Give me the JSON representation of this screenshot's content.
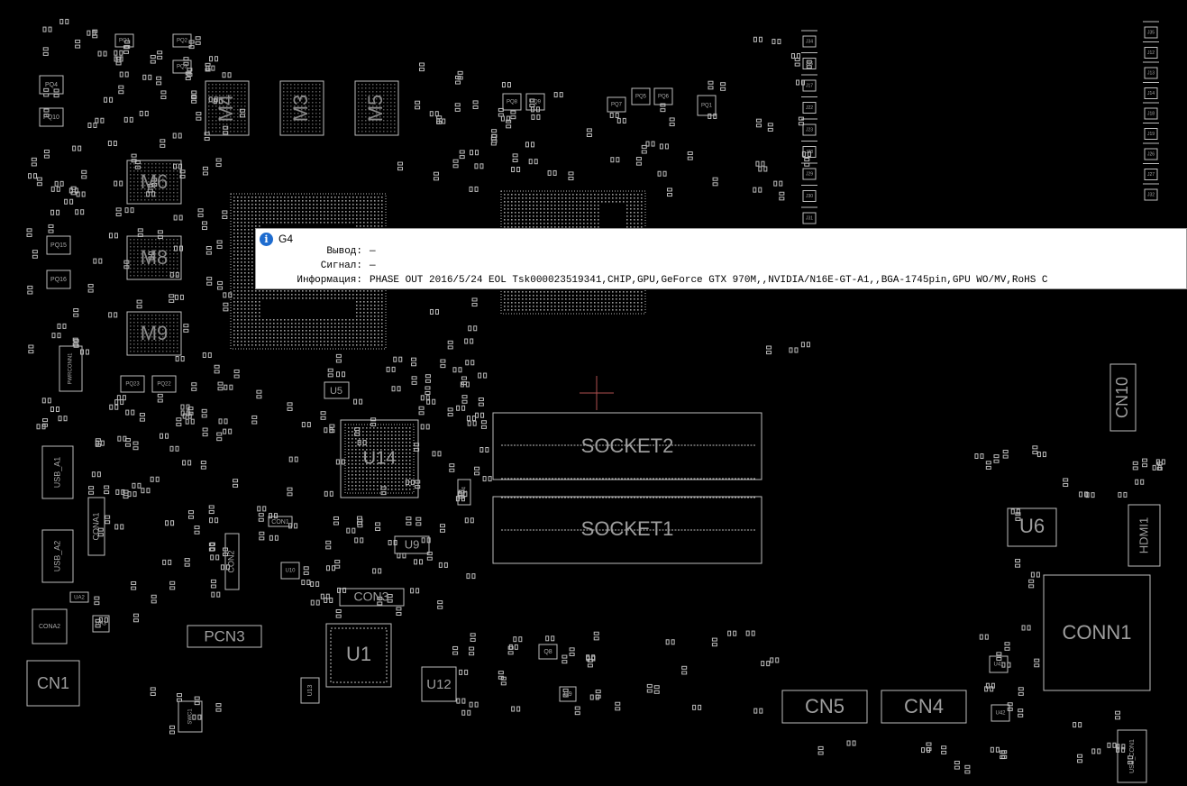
{
  "board": {
    "large_labels": {
      "socket2": "SOCKET2",
      "socket1": "SOCKET1",
      "u14": "U14",
      "conn1": "CONN1",
      "cn5": "CN5",
      "cn4": "CN4",
      "u1": "U1",
      "u12": "U12",
      "u6": "U6",
      "cn1": "CN1",
      "pcn3": "PCN3",
      "con3": "CON3",
      "m4": "M4",
      "m3": "M3",
      "m5": "M5",
      "m6": "M6",
      "m8": "M8",
      "m9": "M9",
      "cn10": "CN10",
      "hdmi1": "HDMI1",
      "u9": "U9",
      "u5": "U5"
    },
    "small_labels": {
      "pq1": "PQ1",
      "pq2": "PQ2",
      "pq3": "PQ3",
      "pq4": "PQ4",
      "pq10": "PQ10",
      "pq15": "PQ15",
      "pq16": "PQ16",
      "pq22": "PQ22",
      "pq23": "PQ23",
      "pq8": "PQ8",
      "pq9": "PQ9",
      "pq7": "PQ7",
      "pq5": "PQ5",
      "pq6": "PQ6",
      "pq1b": "PQ1",
      "usb_a1": "USB_A1",
      "usb_a2": "USB_A2",
      "cona1": "CONA1",
      "cona2": "CONA2",
      "ua2": "UA2",
      "ua3": "UA3",
      "con2": "CON2",
      "con1": "CON1",
      "u10": "U10",
      "u13": "U13",
      "q8": "Q8",
      "q9": "Q9",
      "pwrconn1": "PWRCONN1",
      "swc1": "SWC1",
      "u6s": "U6",
      "usb_con1": "USB_CON1",
      "pq4b": "PQ4",
      "u41": "U41",
      "u42": "U42",
      "j": "J"
    },
    "j_labels": [
      "J34",
      "J16",
      "J17",
      "J22",
      "J23",
      "J28",
      "J29",
      "J30",
      "J31",
      "J33",
      "J35",
      "J12",
      "J13",
      "J14",
      "J18",
      "J19",
      "J26",
      "J27",
      "J32"
    ]
  },
  "tooltip": {
    "title": "G4",
    "icon": "info-icon",
    "rows": [
      {
        "key": "Вывод:",
        "value": "—"
      },
      {
        "key": "Сигнал:",
        "value": "—"
      },
      {
        "key": "Информация:",
        "value": "PHASE OUT 2016/5/24 EOL Tsk000023519341,CHIP,GPU,GeForce GTX 970M,,NVIDIA/N16E-GT-A1,,BGA-1745pin,GPU WO/MV,RoHS C"
      }
    ]
  },
  "colors": {
    "background": "#000000",
    "outline": "#bdbdbd",
    "crosshair": "#b05050",
    "tooltip_bg": "#ffffff",
    "info_icon": "#1e6ccf"
  }
}
